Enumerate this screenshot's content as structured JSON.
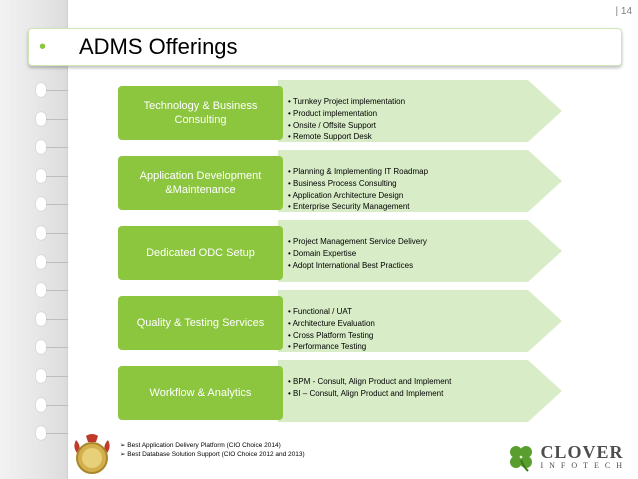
{
  "page": {
    "number": "| 14"
  },
  "title": {
    "bullet": "•",
    "text": "ADMS Offerings"
  },
  "colors": {
    "accent": "#8cc63f",
    "arrow": "#d8edc7"
  },
  "offerings": [
    {
      "label": "Technology & Business Consulting",
      "items": [
        "• Turnkey Project implementation",
        "• Product implementation",
        "• Onsite / Offsite Support",
        "• Remote Support Desk"
      ]
    },
    {
      "label": "Application Development &Maintenance",
      "items": [
        "• Planning & Implementing IT Roadmap",
        "• Business Process Consulting",
        "• Application Architecture Design",
        "• Enterprise Security Management"
      ]
    },
    {
      "label": "Dedicated ODC Setup",
      "items": [
        "• Project Management Service Delivery",
        "• Domain Expertise",
        "• Adopt International Best Practices"
      ]
    },
    {
      "label": "Quality & Testing Services",
      "items": [
        "• Functional / UAT",
        "• Architecture Evaluation",
        "• Cross Platform Testing",
        "• Performance Testing"
      ]
    },
    {
      "label": "Workflow & Analytics",
      "items": [
        "• BPM - Consult, Align Product and Implement",
        "• BI – Consult, Align Product and Implement"
      ]
    }
  ],
  "awards": [
    "➢  Best Application Delivery Platform (CIO Choice 2014)",
    "➢  Best Database Solution Support (CIO Choice 2012 and 2013)"
  ],
  "brand": {
    "name": "CLOVER",
    "sub": "INFOTECH",
    "icon": "clover-icon"
  }
}
